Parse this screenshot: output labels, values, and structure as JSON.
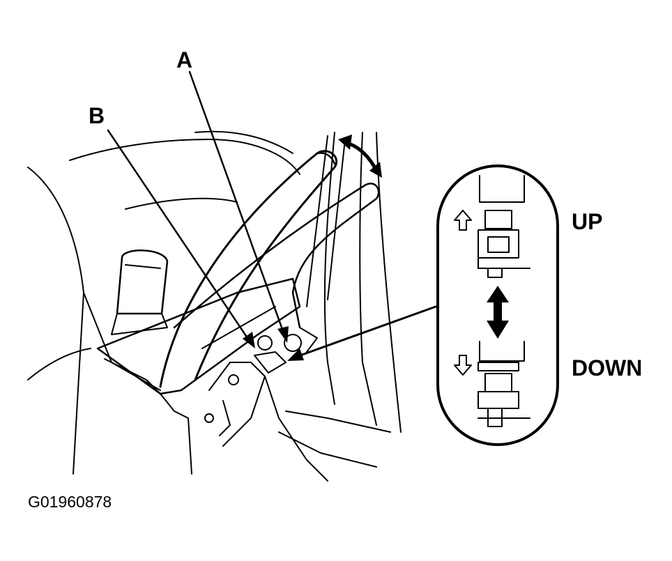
{
  "callouts": {
    "a": "A",
    "b": "B"
  },
  "inset": {
    "up_label": "UP",
    "down_label": "DOWN"
  },
  "figure_id": "G01960878",
  "colors": {
    "ink": "#000000",
    "background": "#ffffff"
  }
}
